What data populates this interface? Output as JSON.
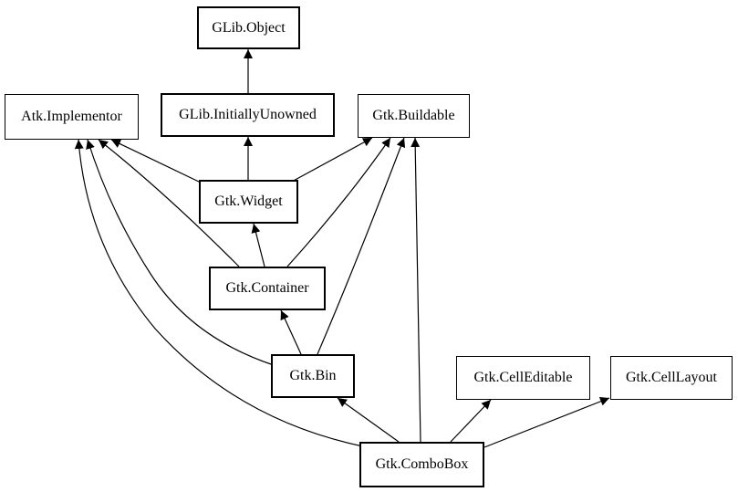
{
  "diagram": {
    "nodes": {
      "glib_object": {
        "label": "GLib.Object"
      },
      "atk_implementor": {
        "label": "Atk.Implementor"
      },
      "glib_initially_unowned": {
        "label": "GLib.InitiallyUnowned"
      },
      "gtk_buildable": {
        "label": "Gtk.Buildable"
      },
      "gtk_widget": {
        "label": "Gtk.Widget"
      },
      "gtk_container": {
        "label": "Gtk.Container"
      },
      "gtk_bin": {
        "label": "Gtk.Bin"
      },
      "gtk_cell_editable": {
        "label": "Gtk.CellEditable"
      },
      "gtk_cell_layout": {
        "label": "Gtk.CellLayout"
      },
      "gtk_combo_box": {
        "label": "Gtk.ComboBox"
      }
    },
    "edges": [
      {
        "from": "glib_initially_unowned",
        "to": "glib_object"
      },
      {
        "from": "gtk_widget",
        "to": "glib_initially_unowned"
      },
      {
        "from": "gtk_widget",
        "to": "atk_implementor"
      },
      {
        "from": "gtk_widget",
        "to": "gtk_buildable"
      },
      {
        "from": "gtk_container",
        "to": "gtk_widget"
      },
      {
        "from": "gtk_container",
        "to": "atk_implementor"
      },
      {
        "from": "gtk_container",
        "to": "gtk_buildable"
      },
      {
        "from": "gtk_bin",
        "to": "gtk_container"
      },
      {
        "from": "gtk_bin",
        "to": "atk_implementor"
      },
      {
        "from": "gtk_bin",
        "to": "gtk_buildable"
      },
      {
        "from": "gtk_combo_box",
        "to": "gtk_bin"
      },
      {
        "from": "gtk_combo_box",
        "to": "atk_implementor"
      },
      {
        "from": "gtk_combo_box",
        "to": "gtk_buildable"
      },
      {
        "from": "gtk_combo_box",
        "to": "gtk_cell_editable"
      },
      {
        "from": "gtk_combo_box",
        "to": "gtk_cell_layout"
      }
    ],
    "colors": {
      "line": "#000000",
      "background": "#ffffff"
    }
  }
}
